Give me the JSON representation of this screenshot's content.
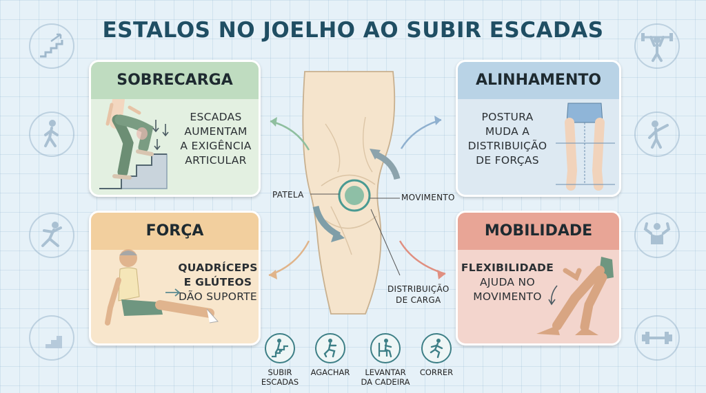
{
  "title": "ESTALOS NO JOELHO AO SUBIR ESCADAS",
  "cards": {
    "sobrecarga": {
      "heading": "SOBRECARGA",
      "lines": [
        "ESCADAS",
        "AUMENTAM",
        "A EXIGÊNCIA",
        "ARTICULAR"
      ]
    },
    "alinhamento": {
      "heading": "ALINHAMENTO",
      "lines": [
        "POSTURA",
        "MUDA A",
        "DISTRIBUIÇÃO",
        "DE FORÇAS"
      ]
    },
    "forca": {
      "heading": "FORÇA",
      "lines": [
        "QUADRÍCEPS",
        "E GLÚTEOS",
        "DÃO SUPORTE"
      ]
    },
    "mobilidade": {
      "heading": "MOBILIDADE",
      "lines": [
        "FLEXIBILIDADE",
        "AJUDA NO",
        "MOVIMENTO"
      ]
    }
  },
  "knee_labels": {
    "patela": "PATELA",
    "movimento": "MOVIMENTO",
    "distribuicao": [
      "DISTRIBUIÇÃO",
      "DE CARGA"
    ]
  },
  "activities": [
    {
      "lines": [
        "SUBIR",
        "ESCADAS"
      ],
      "icon": "stairs-climb-icon"
    },
    {
      "lines": [
        "AGACHAR"
      ],
      "icon": "squat-icon"
    },
    {
      "lines": [
        "LEVANTAR",
        "DA CADEIRA"
      ],
      "icon": "chair-stand-icon"
    },
    {
      "lines": [
        "CORRER"
      ],
      "icon": "run-icon"
    }
  ],
  "colors": {
    "sobrecarga_head": "#bfdcc0",
    "sobrecarga_body": "#e3f0e1",
    "alinhamento_head": "#b9d3e6",
    "alinhamento_body": "#dde9f2",
    "forca_head": "#f2cf9e",
    "forca_body": "#f8e6cc",
    "mobilidade_head": "#e8a596",
    "mobilidade_body": "#f3d5cd",
    "title": "#1f4e63",
    "activity_accent": "#3d7f86"
  }
}
